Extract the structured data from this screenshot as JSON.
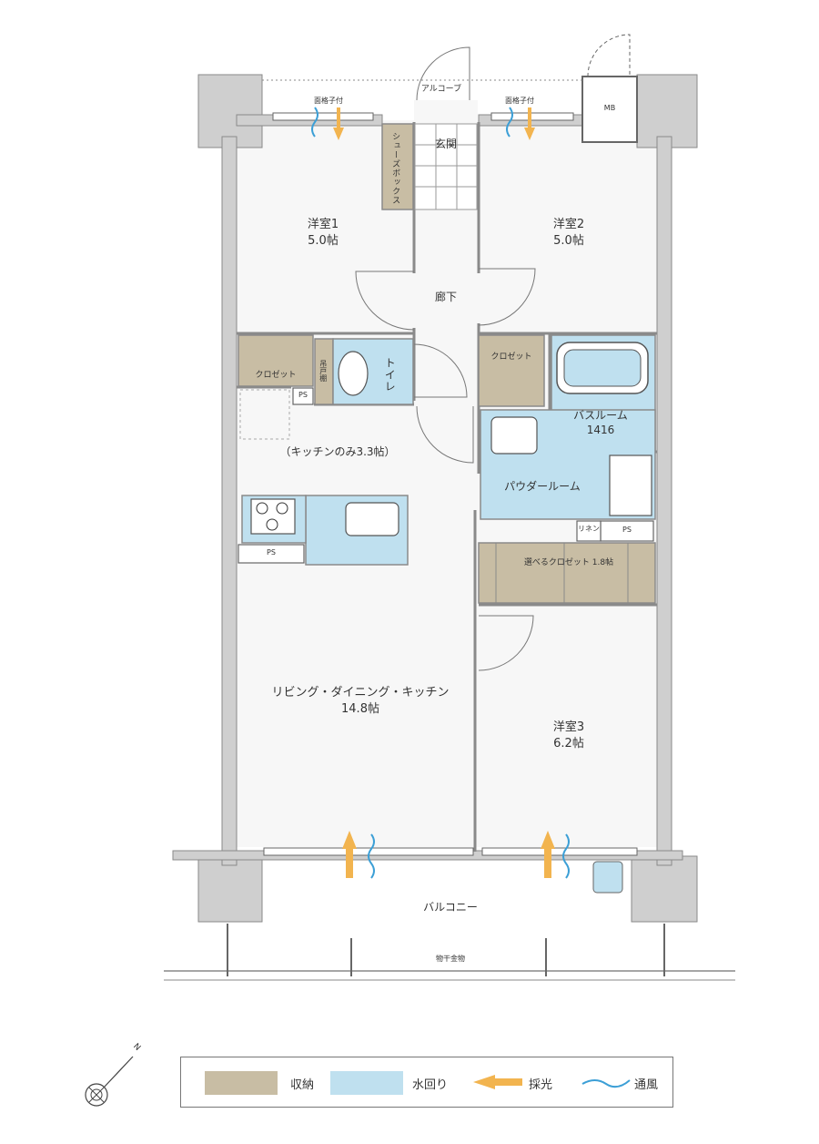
{
  "rooms": {
    "western1": {
      "name": "洋室1",
      "size": "5.0帖"
    },
    "western2": {
      "name": "洋室2",
      "size": "5.0帖"
    },
    "western3": {
      "name": "洋室3",
      "size": "6.2帖"
    },
    "ldk": {
      "name": "リビング・ダイニング・キッチン",
      "size": "14.8帖"
    },
    "kitchen": "（キッチンのみ3.3帖）",
    "entrance": "玄関",
    "hallway": "廊下",
    "toilet": "トイレ",
    "bathroom": {
      "name": "バスルーム",
      "size": "1416"
    },
    "powder": "パウダールーム",
    "select_closet": "選べるクロゼット 1.8帖"
  },
  "labels": {
    "alcove": "アルコーブ",
    "grille_left": "面格子付",
    "grille_right": "面格子付",
    "mb": "MB",
    "shoebox": "シューズボックス",
    "closet1": "クロゼット",
    "closet2": "クロゼット",
    "hanging_shelf": "吊戸棚",
    "ps1": "PS",
    "ps2": "PS",
    "ps3": "PS",
    "linen": "リネン",
    "balcony": "バルコニー",
    "drying_rack": "物干金物",
    "north": "N"
  },
  "legend": {
    "storage": "収納",
    "water": "水回り",
    "light": "採光",
    "ventilation": "通風"
  },
  "colors": {
    "storage": "#c8bda4",
    "water": "#bfe0ef",
    "wall": "#cfcfcf",
    "floor": "#f7f7f7",
    "light_arrow": "#f2b44f",
    "wind": "#3c9fd6"
  }
}
